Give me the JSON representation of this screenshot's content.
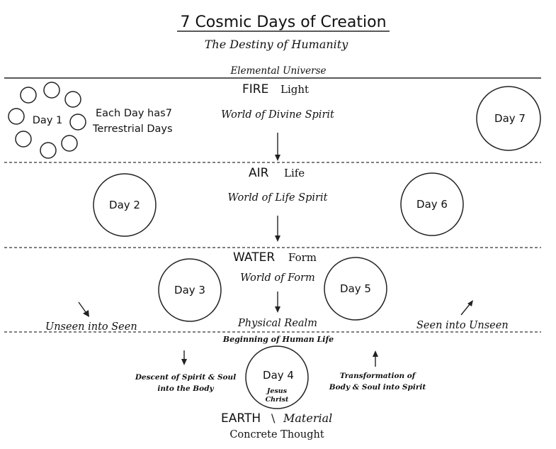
{
  "title": "7 Cosmic Days of Creation",
  "subtitle": "The Destiny of Humanity",
  "universe_label": "Elemental Universe",
  "realms": {
    "fire": {
      "element": "FIRE",
      "quality": "Light",
      "world": "World of Divine Spirit"
    },
    "air": {
      "element": "AIR",
      "quality": "Life",
      "world": "World of Life Spirit"
    },
    "water": {
      "element": "WATER",
      "quality": "Form",
      "world": "World of Form",
      "physical": "Physical Realm"
    },
    "earth": {
      "element": "EARTH",
      "separator": "\\",
      "quality": "Material",
      "thought": "Concrete Thought"
    }
  },
  "days": {
    "d1": "Day 1",
    "d2": "Day 2",
    "d3": "Day 3",
    "d4": "Day 4",
    "d5": "Day 5",
    "d6": "Day 6",
    "d7": "Day 7"
  },
  "day1_note": {
    "line1": "Each Day has7",
    "line2": "Terrestrial Days"
  },
  "day4_sub": {
    "line1": "Jesus",
    "line2": "Christ"
  },
  "unseen_into_seen": "Unseen into Seen",
  "seen_into_unseen": "Seen into Unseen",
  "beginning": "Beginning of Human Life",
  "descent": {
    "line1": "Descent of Spirit & Soul",
    "line2": "into the Body"
  },
  "transformation": {
    "line1": "Transformation of",
    "line2": "Body & Soul into Spirit"
  }
}
